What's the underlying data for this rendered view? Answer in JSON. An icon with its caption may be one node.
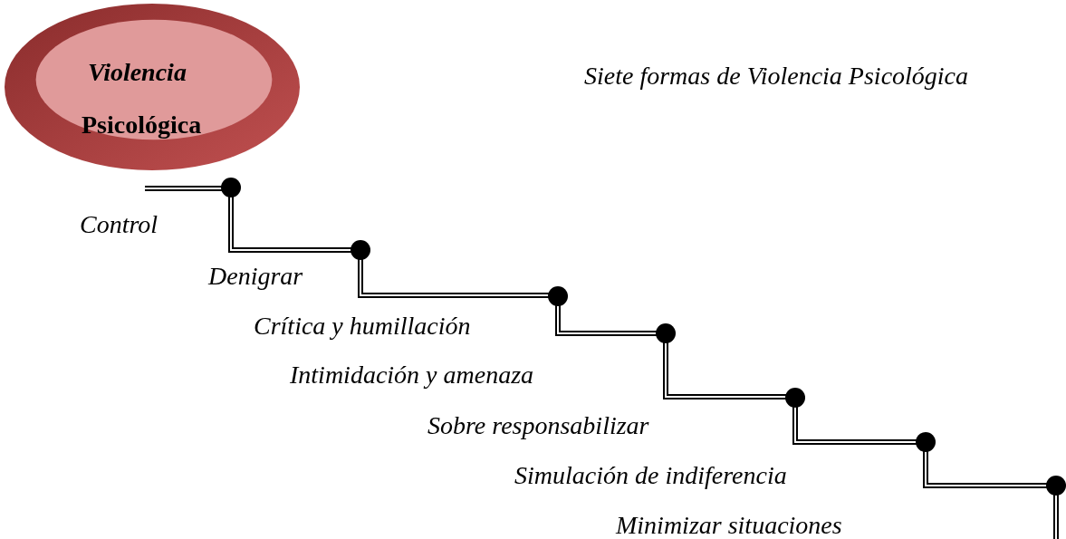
{
  "diagram": {
    "title": "Siete formas de Violencia Psicológica",
    "nodes": [
      {
        "text": [
          "Violencia",
          "Psicológica"
        ]
      }
    ],
    "labels": [
      "Control",
      "Denigrar",
      "Crítica y humillación",
      "Intimidación y amenaza",
      "Sobre responsabilizar",
      "Simulación de indiferencia",
      "Minimizar situaciones"
    ]
  }
}
